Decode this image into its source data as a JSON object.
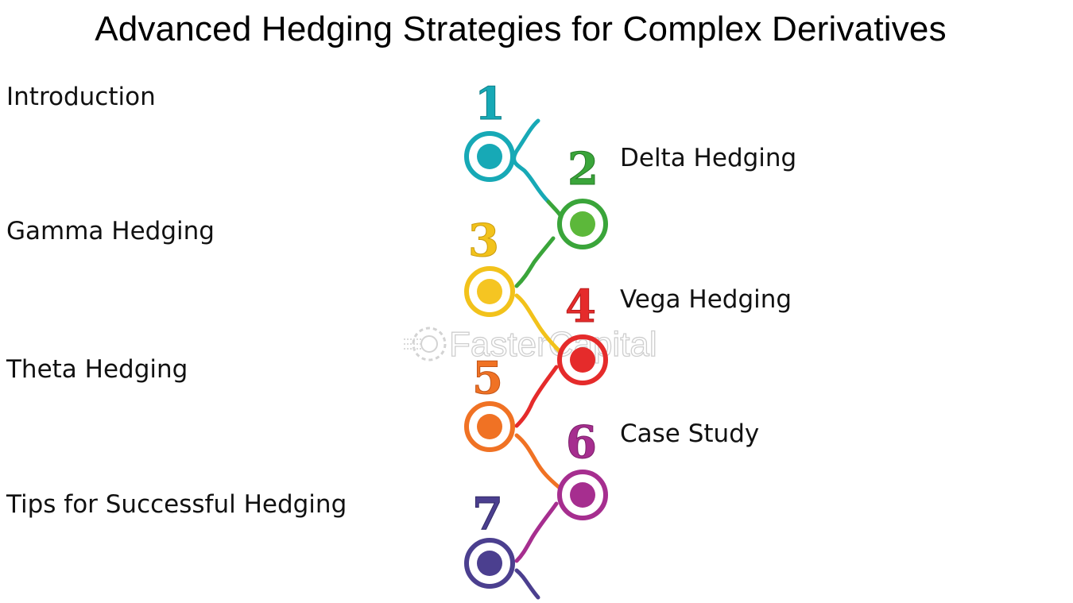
{
  "title": "Advanced Hedging Strategies for Complex Derivatives",
  "steps": [
    {
      "number": "1",
      "label": "Introduction",
      "color": "#17a9b6"
    },
    {
      "number": "2",
      "label": "Delta Hedging",
      "color": "#3aa53a"
    },
    {
      "number": "3",
      "label": "Gamma Hedging",
      "color": "#f2c21b"
    },
    {
      "number": "4",
      "label": "Vega Hedging",
      "color": "#e52b2b"
    },
    {
      "number": "5",
      "label": "Theta Hedging",
      "color": "#f07224"
    },
    {
      "number": "6",
      "label": "Case Study",
      "color": "#a62e8f"
    },
    {
      "number": "7",
      "label": "Tips for Successful Hedging",
      "color": "#4b3f8f"
    }
  ],
  "watermark": {
    "text": "FasterCapital",
    "icon": "gear-logo-icon"
  }
}
